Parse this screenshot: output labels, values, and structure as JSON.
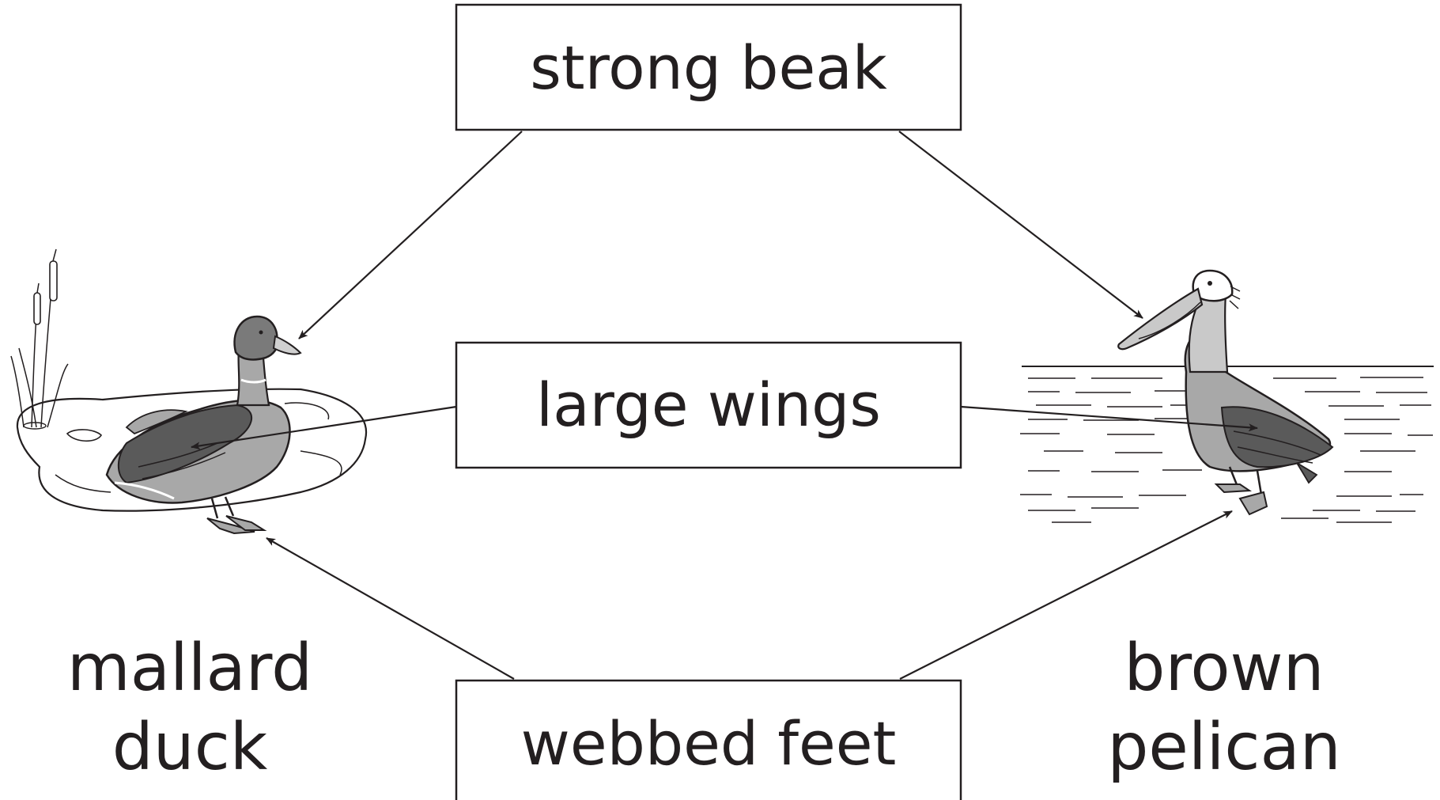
{
  "features": {
    "top": "strong beak",
    "middle": "large wings",
    "bottom": "webbed feet"
  },
  "birds": {
    "left": {
      "line1": "mallard",
      "line2": "duck"
    },
    "right": {
      "line1": "brown",
      "line2": "pelican"
    }
  },
  "icons": {
    "left": "mallard-duck-icon",
    "right": "brown-pelican-icon"
  },
  "colors": {
    "ink": "#231f20",
    "bird_gray": "#a8a8a8",
    "bird_dark": "#5a5a5a"
  }
}
